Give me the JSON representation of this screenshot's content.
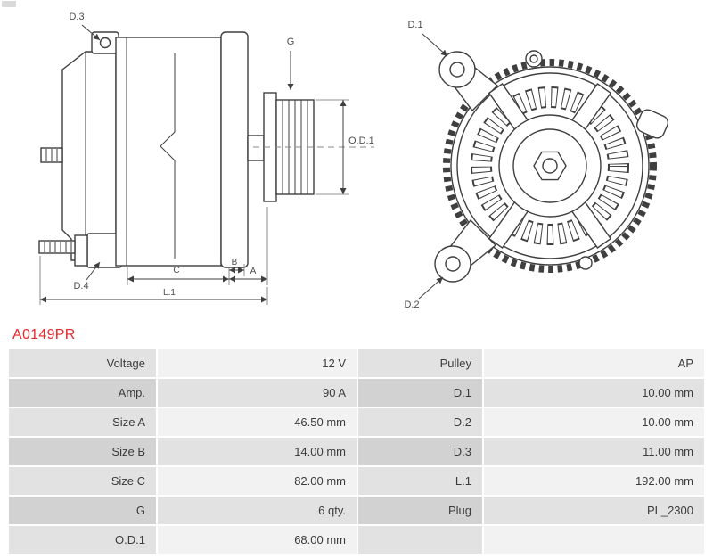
{
  "part_number": "A0149PR",
  "colors": {
    "part_number": "#e8282d",
    "line": "#3f3f3f",
    "label_bg_light": "#e2e2e2",
    "value_bg_light": "#f2f2f2",
    "label_bg_dark": "#d2d2d2",
    "value_bg_dark": "#e2e2e2"
  },
  "diagram": {
    "side_view_labels": {
      "d3": "D.3",
      "d4": "D.4",
      "g": "G",
      "od1": "O.D.1",
      "c": "C",
      "b": "B",
      "a": "A",
      "l1": "L.1"
    },
    "front_view_labels": {
      "d1": "D.1",
      "d2": "D.2"
    }
  },
  "table": {
    "rows": [
      {
        "l1": "Voltage",
        "v1": "12 V",
        "l2": "Pulley",
        "v2": "AP"
      },
      {
        "l1": "Amp.",
        "v1": "90 A",
        "l2": "D.1",
        "v2": "10.00 mm"
      },
      {
        "l1": "Size A",
        "v1": "46.50 mm",
        "l2": "D.2",
        "v2": "10.00 mm"
      },
      {
        "l1": "Size B",
        "v1": "14.00 mm",
        "l2": "D.3",
        "v2": "11.00 mm"
      },
      {
        "l1": "Size C",
        "v1": "82.00 mm",
        "l2": "L.1",
        "v2": "192.00 mm"
      },
      {
        "l1": "G",
        "v1": "6 qty.",
        "l2": "Plug",
        "v2": "PL_2300"
      },
      {
        "l1": "O.D.1",
        "v1": "68.00 mm",
        "l2": "",
        "v2": ""
      }
    ]
  }
}
